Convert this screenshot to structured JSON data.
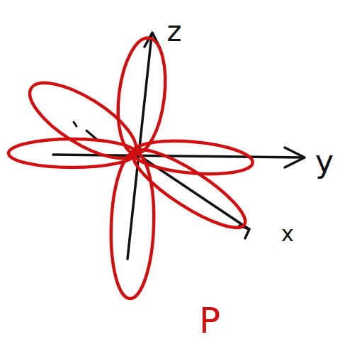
{
  "diagram": {
    "labels": [
      "z",
      "y",
      "x",
      "P"
    ]
  }
}
